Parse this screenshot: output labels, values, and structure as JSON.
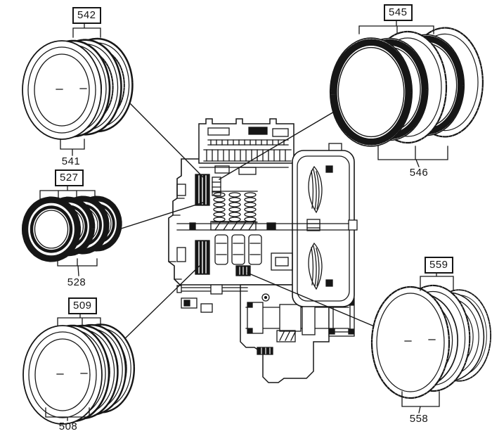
{
  "figure": {
    "background_color": "#ffffff",
    "line_color": "#161616",
    "subject": "Automatic transmission sectional view with clutch plate pack callouts"
  },
  "callouts": {
    "c542": {
      "label": "542",
      "boxed": true
    },
    "c541": {
      "label": "541",
      "boxed": false
    },
    "c527": {
      "label": "527",
      "boxed": true
    },
    "c528": {
      "label": "528",
      "boxed": false
    },
    "c509": {
      "label": "509",
      "boxed": true
    },
    "c508": {
      "label": "508",
      "boxed": false
    },
    "c545": {
      "label": "545",
      "boxed": true
    },
    "c546": {
      "label": "546",
      "boxed": false
    },
    "c559": {
      "label": "559",
      "boxed": true
    },
    "c558": {
      "label": "558",
      "boxed": false
    }
  },
  "part_groups": [
    {
      "position": "top-left",
      "boxed_callout": "542",
      "plain_callout": "541"
    },
    {
      "position": "middle-left",
      "boxed_callout": "527",
      "plain_callout": "528"
    },
    {
      "position": "bottom-left",
      "boxed_callout": "509",
      "plain_callout": "508"
    },
    {
      "position": "top-right",
      "boxed_callout": "545",
      "plain_callout": "546"
    },
    {
      "position": "bottom-right",
      "boxed_callout": "559",
      "plain_callout": "558"
    }
  ]
}
